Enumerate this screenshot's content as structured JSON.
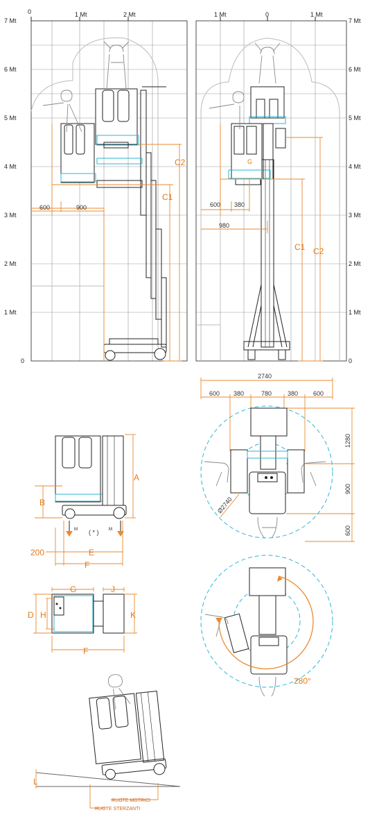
{
  "axis": {
    "left_heights": [
      "7 Mt",
      "6 Mt",
      "5 Mt",
      "4 Mt",
      "3 Mt",
      "2 Mt",
      "1 Mt",
      "0"
    ],
    "right_heights": [
      "7 Mt",
      "6 Mt",
      "5 Mt",
      "4 Mt",
      "3 Mt",
      "2 Mt",
      "1 Mt",
      "0"
    ],
    "side_top": [
      "0",
      "1 Mt",
      "2 Mt"
    ],
    "front_top": [
      "1 Mt",
      "0",
      "1 Mt"
    ]
  },
  "side_view": {
    "dim_600": "600",
    "dim_900": "900",
    "label_c1": "C1",
    "label_c2": "C2"
  },
  "front_view": {
    "dim_600": "600",
    "dim_380": "380",
    "dim_980": "980",
    "label_g": "G",
    "label_c1": "C1",
    "label_c2": "C2"
  },
  "plan_view": {
    "total": "2740",
    "segments": [
      "600",
      "380",
      "780",
      "380",
      "600"
    ],
    "right_dims": [
      "1280",
      "900",
      "600"
    ],
    "diameter": "Ø2740"
  },
  "rotation_view": {
    "angle": "280°"
  },
  "compact_view": {
    "label_a": "A",
    "label_b": "B",
    "label_e": "E",
    "label_f": "F",
    "dim_200": "200",
    "star": "( * )",
    "load_m1": "M",
    "load_m2": "M"
  },
  "top_view": {
    "label_g": "G",
    "label_j": "J",
    "label_d": "D",
    "label_h": "H",
    "label_k": "K",
    "label_f": "F"
  },
  "slope_view": {
    "label_l": "L",
    "drive_wheels": "RUOTE MOTRICI",
    "steer_wheels": "RUOTE STERZANTI"
  },
  "colors": {
    "accent": "#e88a2e",
    "cyan": "#29b6d6",
    "line": "#222222"
  }
}
